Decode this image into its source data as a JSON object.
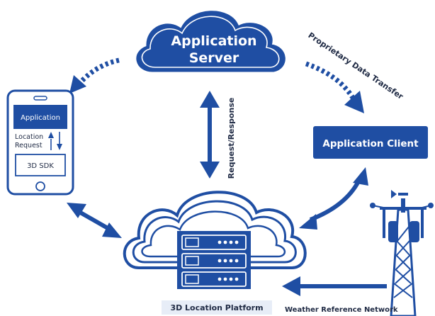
{
  "colors": {
    "primary": "#1f4ea3",
    "mid": "#3b66b6",
    "light": "#e7edf7",
    "white": "#ffffff"
  },
  "server": {
    "line1": "Application",
    "line2": "Server"
  },
  "phone": {
    "app_label": "Application",
    "request_line1": "Location",
    "request_line2": "Request",
    "sdk_label": "3D SDK"
  },
  "request_response_label": "Request/Response",
  "proprietary_label": "Proprietary Data Transfer",
  "client_label": "Application Client",
  "platform_label": "3D Location Platform",
  "weather_label": "Weather Reference Network",
  "icons": [
    "cloud-icon",
    "smartphone-icon",
    "server-rack-icon",
    "weather-station-icon"
  ]
}
